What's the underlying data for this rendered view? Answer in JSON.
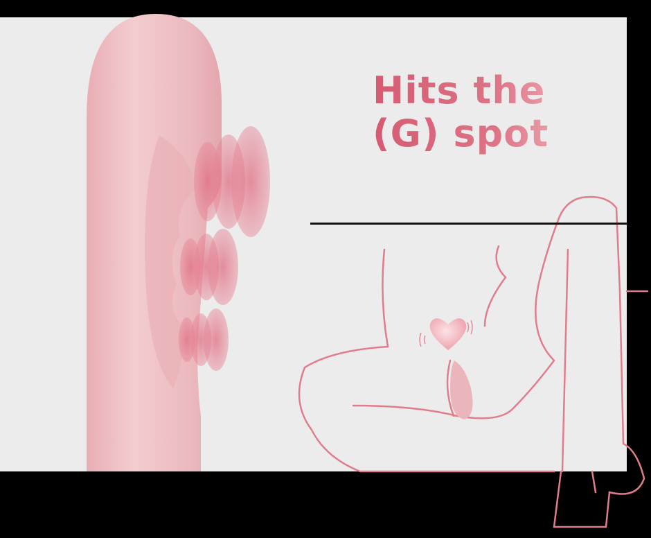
{
  "headline": {
    "line1": "Hits the",
    "line2": "(G) spot"
  },
  "colors": {
    "panel": "#ececec",
    "product_pink": "#f1c4c8",
    "accent_pink": "#d65a72",
    "outline_pink": "#e07d8c",
    "background": "#000000"
  },
  "illustration": {
    "product": "vibrator-illustration",
    "pulse_icon": "vibration-waves",
    "heart_icon": "heart-icon",
    "figure": "body-outline-line-drawing"
  }
}
